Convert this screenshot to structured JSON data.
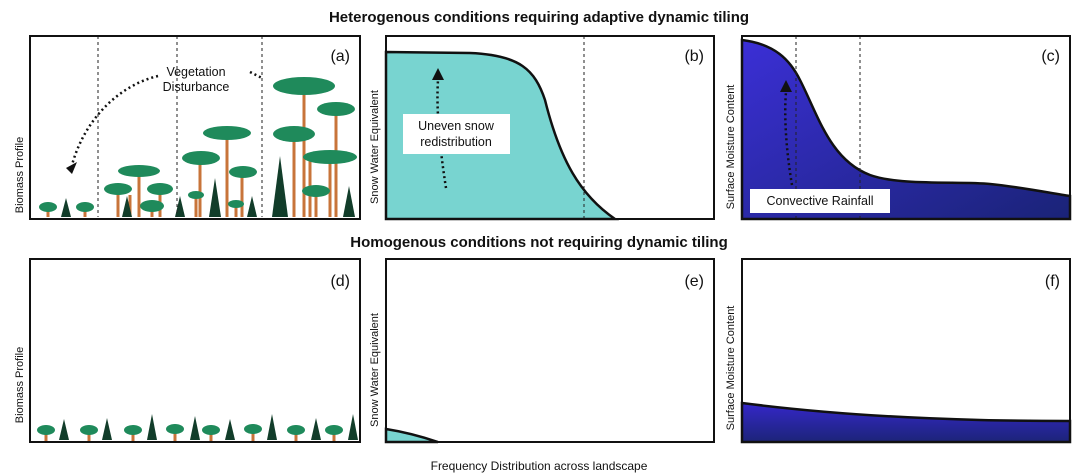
{
  "titles": {
    "top": "Heterogenous conditions requiring adaptive dynamic tiling",
    "middle": "Homogenous conditions not requiring dynamic tiling",
    "bottom_axis": "Frequency Distribution across landscape"
  },
  "panels": {
    "a": {
      "label": "(a)",
      "ylabel": "Biomass Profile",
      "annotation_line1": "Vegetation",
      "annotation_line2": "Disturbance"
    },
    "b": {
      "label": "(b)",
      "ylabel": "Snow  Water Equivalent",
      "annotation_line1": "Uneven snow",
      "annotation_line2": "redistribution",
      "fill": "#78d4d0"
    },
    "c": {
      "label": "(c)",
      "ylabel": "Surface Moisture Content",
      "annotation": "Convective Rainfall",
      "fill_top": "#3b2fd6",
      "fill_bottom": "#1a2377"
    },
    "d": {
      "label": "(d)",
      "ylabel": "Biomass Profile"
    },
    "e": {
      "label": "(e)",
      "ylabel": "Snow  Water Equivalent",
      "fill": "#78d4d0"
    },
    "f": {
      "label": "(f)",
      "ylabel": "Surface Moisture Content",
      "fill_top": "#3b2fd6",
      "fill_bottom": "#1a2377"
    }
  },
  "colors": {
    "canopy": "#1f8a5b",
    "trunk": "#c8743a",
    "conifer": "#123d2a"
  }
}
